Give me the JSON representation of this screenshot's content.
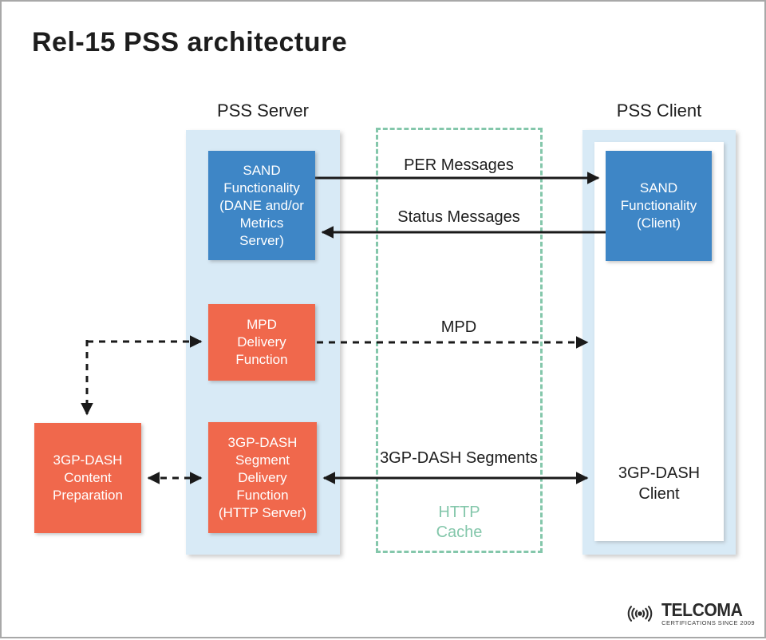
{
  "title": "Rel-15 PSS architecture",
  "columns": {
    "server": {
      "label": "PSS Server"
    },
    "client": {
      "label": "PSS Client"
    }
  },
  "boxes": {
    "sand_server": {
      "label": "SAND\nFunctionality\n(DANE and/or\nMetrics\nServer)",
      "color": "#3E86C6"
    },
    "mpd_delivery": {
      "label": "MPD\nDelivery\nFunction",
      "color": "#F0684C"
    },
    "segment_delivery": {
      "label": "3GP-DASH\nSegment\nDelivery\nFunction\n(HTTP Server)",
      "color": "#F0684C"
    },
    "content_prep": {
      "label": "3GP-DASH\nContent\nPreparation",
      "color": "#F0684C"
    },
    "sand_client": {
      "label": "SAND\nFunctionality\n(Client)",
      "color": "#3E86C6"
    },
    "dash_client": {
      "label": "3GP-DASH\nClient"
    },
    "http_cache": {
      "label": "HTTP\nCache",
      "color": "#84C7AB"
    }
  },
  "arrows": {
    "per": {
      "label": "PER Messages",
      "style": "solid",
      "direction": "right"
    },
    "status": {
      "label": "Status Messages",
      "style": "solid",
      "direction": "left"
    },
    "mpd": {
      "label": "MPD",
      "style": "dashed",
      "direction": "right"
    },
    "segments": {
      "label": "3GP-DASH Segments",
      "style": "solid",
      "direction": "both"
    },
    "prep_link": {
      "label": "",
      "style": "dashed",
      "direction": "both"
    },
    "prep_elbow": {
      "label": "",
      "style": "dashed",
      "direction": "both"
    }
  },
  "logo": {
    "name": "TELCOMA",
    "tagline": "CERTIFICATIONS SINCE 2009"
  },
  "colors": {
    "box_blue": "#3E86C6",
    "box_orange": "#F0684C",
    "column_bg": "#D8EAF6",
    "cache_teal": "#84C7AB",
    "text_dark": "#1D1D1D",
    "arrow_black": "#1A1A1A"
  }
}
